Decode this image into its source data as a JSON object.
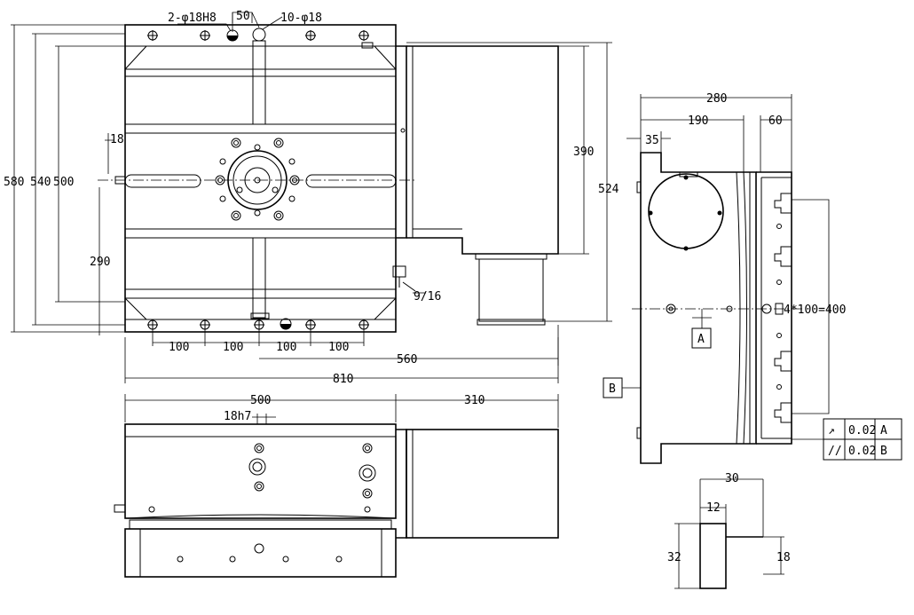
{
  "dimensions": {
    "d580": "580",
    "d540": "540",
    "d500": "500",
    "d18": "18",
    "d290": "290",
    "d100_1": "100",
    "d100_2": "100",
    "d100_3": "100",
    "d100_4": "100",
    "d560": "560",
    "d810": "810",
    "d390": "390",
    "d524": "524",
    "d50": "50",
    "d500_front": "500",
    "d310": "310",
    "d280": "280",
    "d190": "190",
    "d60": "60",
    "d35": "35",
    "d30": "30",
    "d12": "12",
    "d32": "32",
    "d18_key": "18"
  },
  "callouts": {
    "pins": "2-φ18H8",
    "holes": "10-φ18",
    "thread": "9/16",
    "slot": "18h7",
    "tslots": "4*100=400"
  },
  "datums": {
    "a": "A",
    "b": "B"
  },
  "tolerances": [
    {
      "symbol": "↗",
      "value": "0.02",
      "datum": "A"
    },
    {
      "symbol": "//",
      "value": "0.02",
      "datum": "B"
    }
  ]
}
